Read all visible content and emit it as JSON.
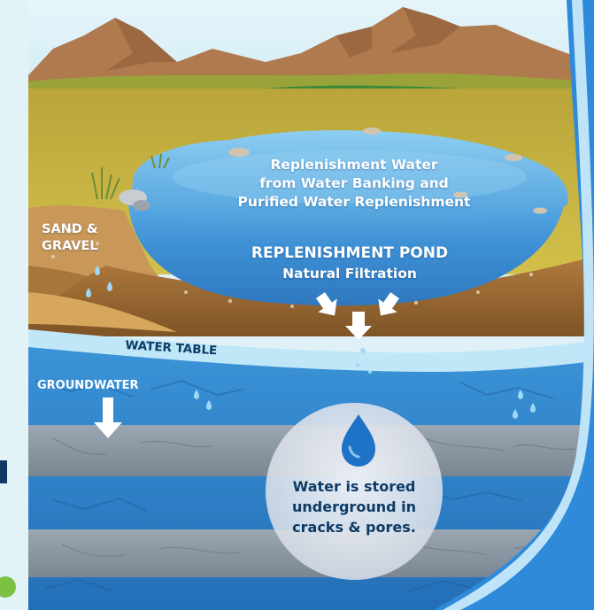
{
  "labels": {
    "replenishment_water": [
      "Replenishment Water",
      "from Water Banking and",
      "Purified Water Replenishment"
    ],
    "sand_gravel": [
      "SAND &",
      "GRAVEL"
    ],
    "pond_title": "REPLENISHMENT POND",
    "pond_subtitle": "Natural Filtration",
    "water_table": "WATER TABLE",
    "groundwater": "GROUNDWATER",
    "storage": [
      "Water is stored",
      "underground in",
      "cracks & pores."
    ]
  },
  "colors": {
    "sky": "#dff1f7",
    "mountains": "#b07a4f",
    "grassland": "#c2b23a",
    "soil": "#9c6a32",
    "pond": "#3f93d6",
    "water_table": "#b8e4f7",
    "groundwater": "#2c7fc8",
    "rock_layer": "#8a97a3",
    "storage_circle": "#e2e6ee",
    "drop": "#1f73c6",
    "label_dark": "#0d3b66",
    "accent_green": "#7cc142"
  },
  "icons": {
    "flow_arrows": "down-arrow-icon",
    "groundwater_arrow": "down-arrow-icon",
    "storage_drop": "water-drop-icon"
  }
}
